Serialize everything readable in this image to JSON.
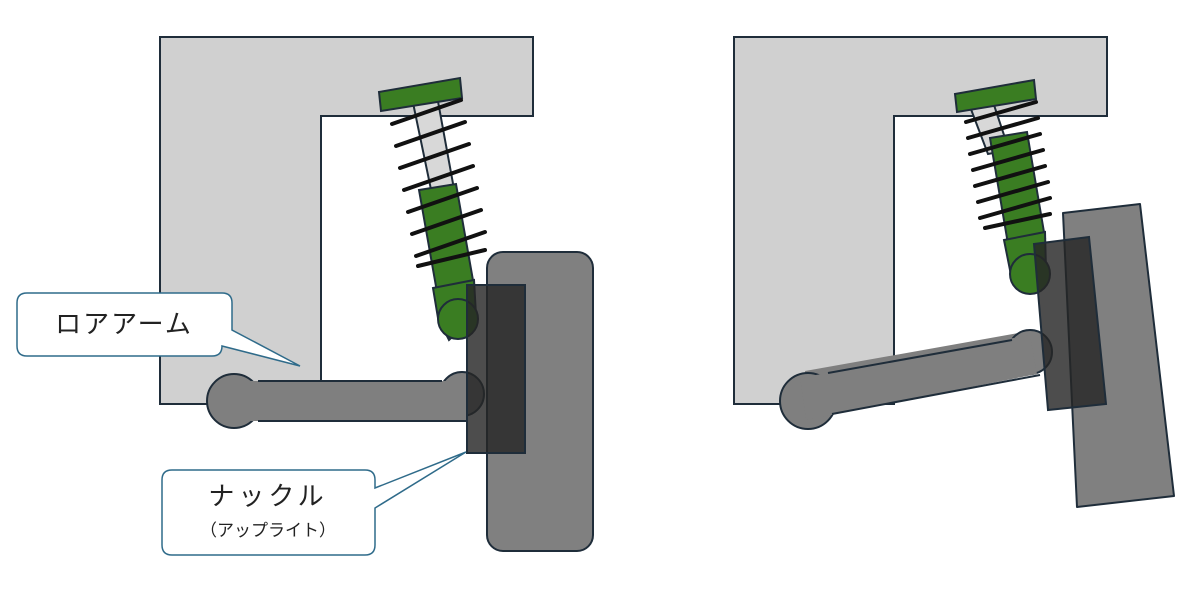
{
  "colors": {
    "body": "#d0d0d0",
    "outline": "#1f2d3a",
    "arm": "#7f7f7f",
    "tire": "#808080",
    "knuckle": "#262626",
    "damper": "#3a7d22",
    "rod": "#d8d8d8",
    "spring": "#111111",
    "callout_border": "#2f6b8a"
  },
  "diagrams": [
    {
      "name": "normal-position"
    },
    {
      "name": "compressed-position"
    }
  ],
  "callouts": {
    "lower_arm": {
      "label": "ロアアーム"
    },
    "knuckle": {
      "label": "ナックル",
      "sub_label": "（アップライト）"
    }
  }
}
